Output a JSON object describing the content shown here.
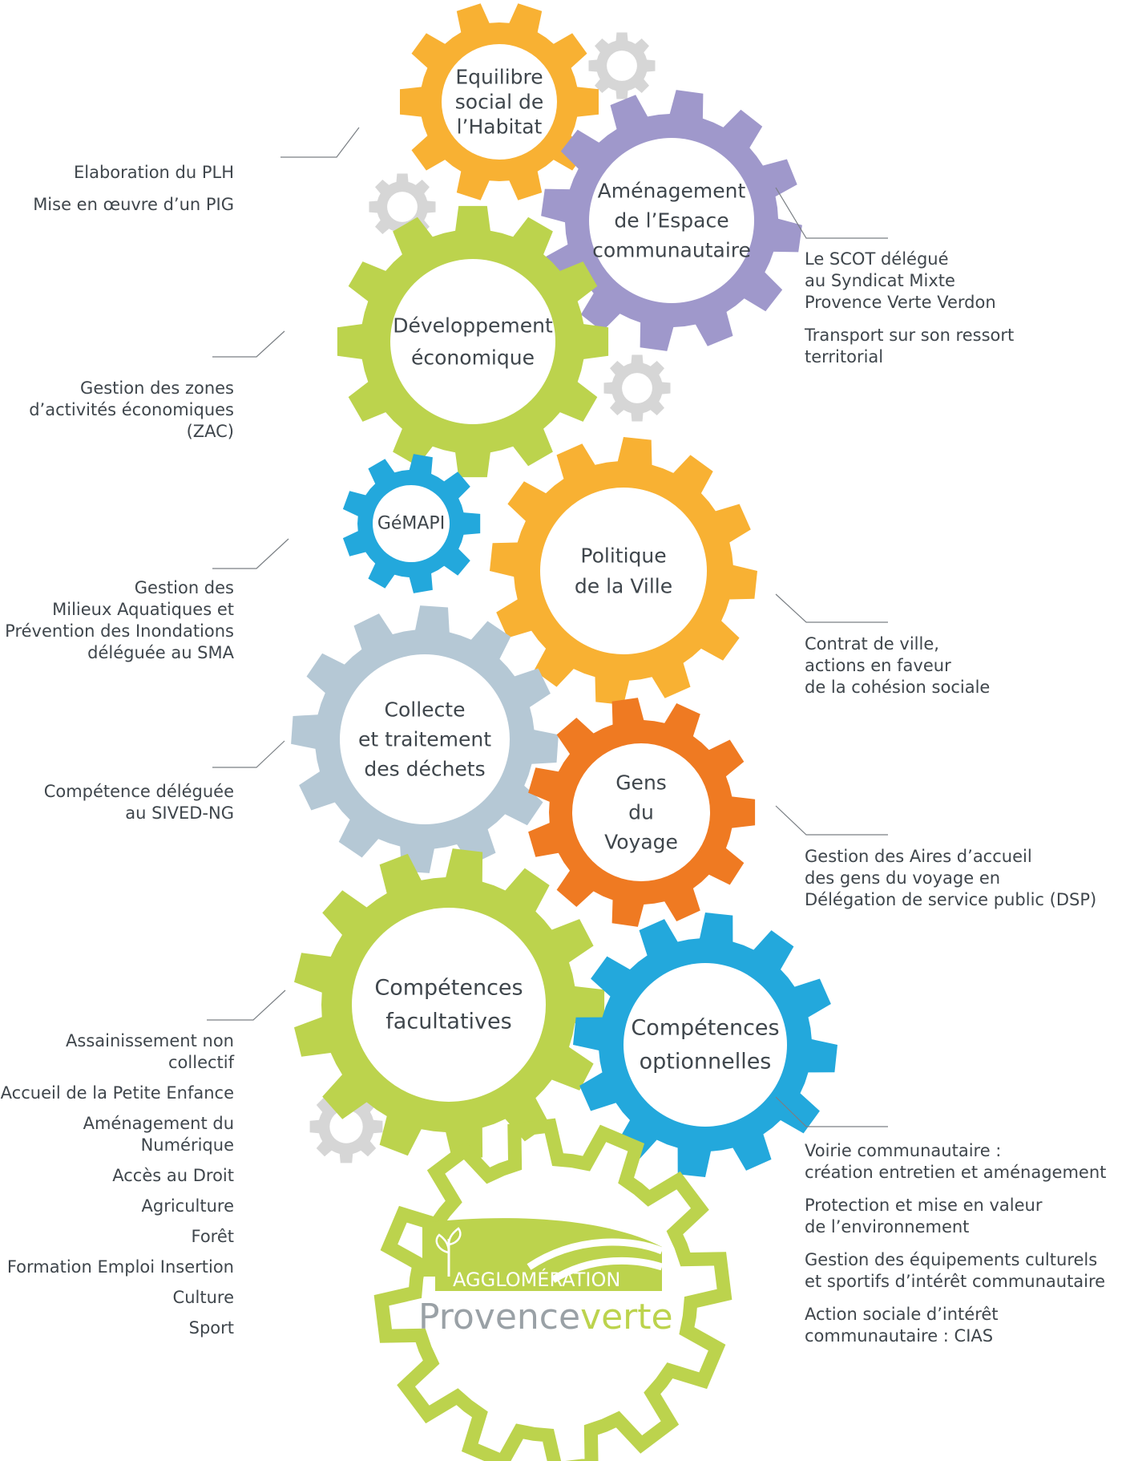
{
  "colors": {
    "orange": "#f8b133",
    "purple": "#9f98cb",
    "green": "#bcd34d",
    "blue": "#23a8dc",
    "slate": "#b5c8d5",
    "deep_orange": "#ef7a22",
    "gray": "#d6d6d6",
    "text": "#3f464c",
    "line": "#7a7f84",
    "logo_text": "#9aa1a6"
  },
  "gears": [
    {
      "id": "habitat",
      "lines": [
        "Equilibre",
        "social de",
        "l’Habitat"
      ],
      "color": "orange"
    },
    {
      "id": "amenagement",
      "lines": [
        "Aménagement",
        "de l’Espace",
        "communautaire"
      ],
      "color": "purple"
    },
    {
      "id": "developpement",
      "lines": [
        "Développement",
        "économique"
      ],
      "color": "green"
    },
    {
      "id": "gemapi",
      "lines": [
        "GéMAPI"
      ],
      "color": "blue"
    },
    {
      "id": "politique",
      "lines": [
        "Politique",
        "de la Ville"
      ],
      "color": "orange"
    },
    {
      "id": "collecte",
      "lines": [
        "Collecte",
        "et traitement",
        "des déchets"
      ],
      "color": "slate"
    },
    {
      "id": "gens",
      "lines": [
        "Gens",
        "du",
        "Voyage"
      ],
      "color": "deep_orange"
    },
    {
      "id": "facultatives",
      "lines": [
        "Compétences",
        "facultatives"
      ],
      "color": "green"
    },
    {
      "id": "optionnelles",
      "lines": [
        "Compétences",
        "optionnelles"
      ],
      "color": "blue"
    }
  ],
  "notes": {
    "habitat": [
      "Elaboration du PLH",
      "Mise en œuvre d’un PIG"
    ],
    "amenagement": [
      "Le SCOT délégué",
      "au Syndicat Mixte",
      "Provence Verte Verdon",
      "Transport sur son ressort",
      "territorial"
    ],
    "developpement": [
      "Gestion des zones",
      "d’activités économiques",
      "(ZAC)"
    ],
    "gemapi": [
      "Gestion des",
      "Milieux Aquatiques et",
      "Prévention des Inondations",
      "déléguée au SMA"
    ],
    "politique": [
      "Contrat de ville,",
      "actions en faveur",
      "de la cohésion sociale"
    ],
    "collecte": [
      "Compétence déléguée",
      "au SIVED-NG"
    ],
    "gens": [
      "Gestion des Aires d’accueil",
      "des gens du voyage en",
      "Délégation de service public (DSP)"
    ],
    "facultatives": [
      "Assainissement non collectif",
      "Accueil de la Petite Enfance",
      "Aménagement du Numérique",
      "Accès au Droit",
      "Agriculture",
      "Forêt",
      "Formation Emploi Insertion",
      "Culture",
      "Sport"
    ],
    "optionnelles": [
      "Voirie communautaire :",
      "création entretien et aménagement",
      "Protection et mise en valeur",
      "de l’environnement",
      "Gestion des équipements culturels",
      "et sportifs d’intérêt communautaire",
      "Action sociale d’intérêt",
      "communautaire : CIAS"
    ]
  },
  "logo": {
    "line1": "AGGLOMÉRATION",
    "line2a": "Provence",
    "line2b": "verte"
  }
}
